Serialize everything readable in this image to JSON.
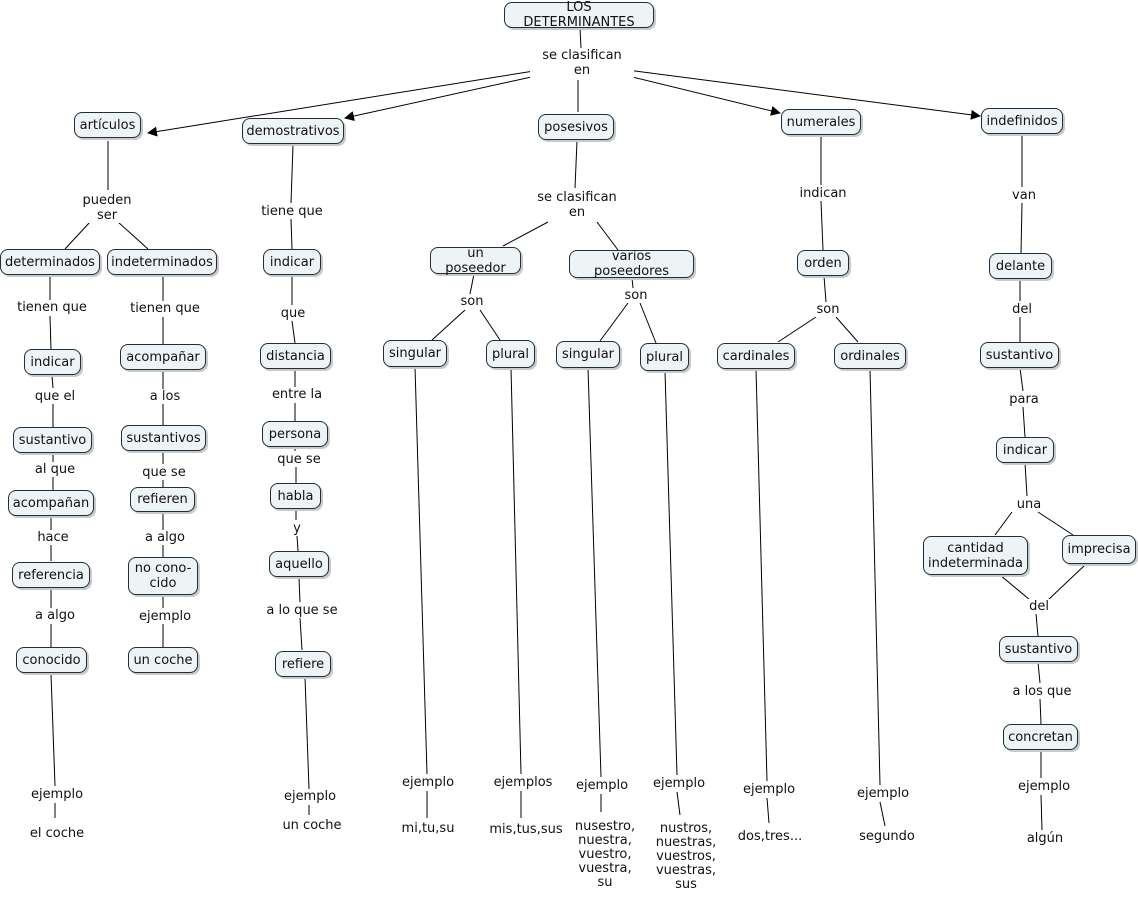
{
  "root": "LOS DETERMINANTES",
  "root_link": "se clasifican\nen",
  "branches": {
    "articulos": {
      "label": "artículos",
      "link": "pueden\nser",
      "det": {
        "head": "determinados",
        "chain": [
          "tienen que",
          "indicar",
          "que el",
          "sustantivo",
          "al que",
          "acompañan",
          "hace",
          "referencia",
          "a algo",
          "conocido",
          "ejemplo",
          "el coche"
        ]
      },
      "indet": {
        "head": "indeterminados",
        "chain": [
          "tienen que",
          "acompañar",
          "a los",
          "sustantivos",
          "que se",
          "refieren",
          "a algo",
          "no cono-\ncido",
          "ejemplo",
          "un coche"
        ]
      }
    },
    "demostrativos": {
      "label": "demostrativos",
      "chain": [
        "tiene que",
        "indicar",
        "que",
        "distancia",
        "entre la",
        "persona",
        "que se",
        "habla",
        "y",
        "aquello",
        "a lo que se",
        "refiere",
        "ejemplo",
        "un coche"
      ]
    },
    "posesivos": {
      "label": "posesivos",
      "link": "se clasifican\nen",
      "un_poseedor": {
        "label": "un poseedor",
        "link": "son",
        "singular": {
          "label": "singular",
          "link": "ejemplo",
          "example": "mi,tu,su"
        },
        "plural": {
          "label": "plural",
          "link": "ejemplos",
          "example": "mis,tus,sus"
        }
      },
      "varios_poseedores": {
        "label": "varios poseedores",
        "link": "son",
        "singular": {
          "label": "singular",
          "link": "ejemplo",
          "example": "nusestro,\nnuestra,\nvuestro,\nvuestra,\nsu"
        },
        "plural": {
          "label": "plural",
          "link": "ejemplo",
          "example": "nustros,\nnuestras,\nvuestros,\nvuestras,\nsus"
        }
      }
    },
    "numerales": {
      "label": "numerales",
      "link": "indican",
      "orden": "orden",
      "orden_link": "son",
      "cardinales": {
        "label": "cardinales",
        "link": "ejemplo",
        "example": "dos,tres..."
      },
      "ordinales": {
        "label": "ordinales",
        "link": "ejemplo",
        "example": "segundo"
      }
    },
    "indefinidos": {
      "label": "indefinidos",
      "chain": [
        "van",
        "delante",
        "del",
        "sustantivo",
        "para",
        "indicar",
        "una"
      ],
      "cantidad": "cantidad\nindeterminada",
      "imprecisa": "imprecisa",
      "del_link": "del",
      "tail": [
        "sustantivo",
        "a los que",
        "concretan",
        "ejemplo",
        "algún"
      ]
    }
  }
}
